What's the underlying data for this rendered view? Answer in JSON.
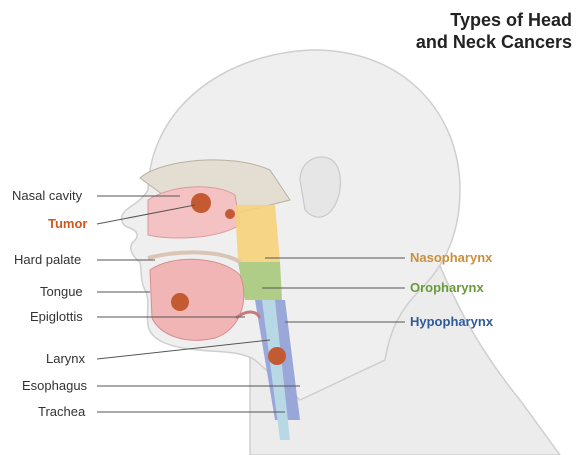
{
  "title_line1": "Types of Head",
  "title_line2": "and Neck Cancers",
  "left_labels": {
    "nasal_cavity": "Nasal cavity",
    "tumor": "Tumor",
    "hard_palate": "Hard palate",
    "tongue": "Tongue",
    "epiglottis": "Epiglottis",
    "larynx": "Larynx",
    "esophagus": "Esophagus",
    "trachea": "Trachea"
  },
  "right_labels": {
    "nasopharynx": "Nasopharynx",
    "oropharynx": "Oropharynx",
    "hypopharynx": "Hypopharynx"
  },
  "colors": {
    "tumor": "#d2571e",
    "nasopharynx": "#c98f3c",
    "oropharynx": "#6a9a3c",
    "hypopharynx": "#2f5b9c",
    "skin": "#efefef",
    "tumor_fill": "#c45a32"
  }
}
